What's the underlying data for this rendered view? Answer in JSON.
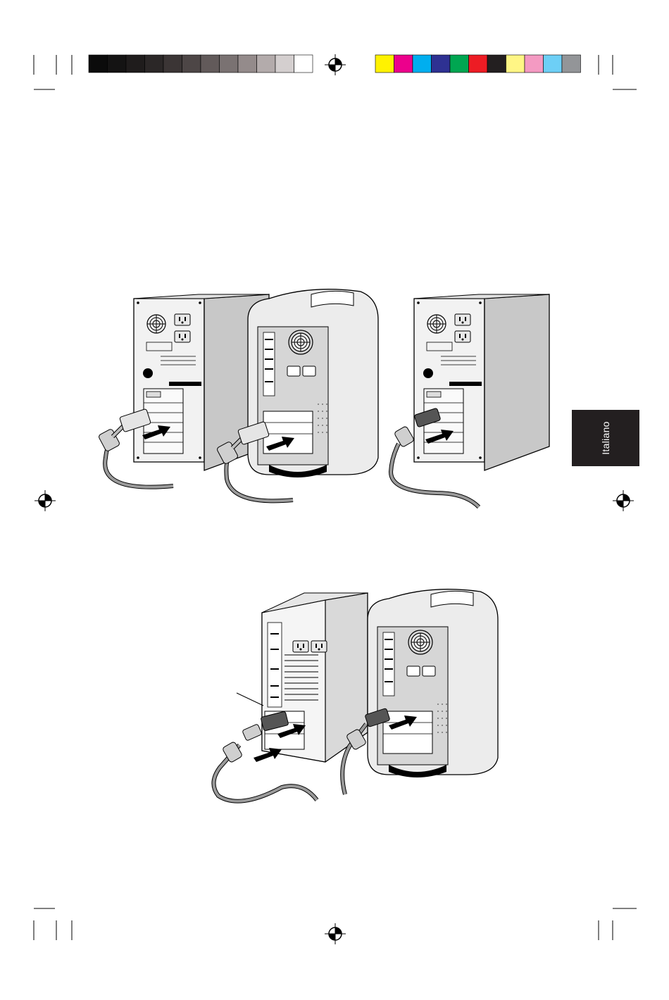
{
  "page": {
    "language_tab": "Italiano"
  },
  "print_marks": {
    "grayscale_patches": [
      "#0b0b0b",
      "#141313",
      "#1f1c1c",
      "#2b2727",
      "#3b3535",
      "#4d4646",
      "#625a5a",
      "#7a7272",
      "#948b8b",
      "#b3abab",
      "#d4cfcf",
      "#ffffff"
    ],
    "color_patches": [
      "#fff200",
      "#ec008c",
      "#00aeef",
      "#2e3192",
      "#00a651",
      "#ed1c24",
      "#231f20",
      "#fff685",
      "#f49ac2",
      "#6dcff6",
      "#939598"
    ]
  },
  "figures": {
    "figure_1": {
      "items": [
        "pc-tower-vga-cable",
        "power-mac-g4-vga-cable",
        "pc-tower-dvi-cable"
      ],
      "colors": {
        "case": "#d9d9d9",
        "case_side": "#bfbfbf",
        "cable": "#8c8c8c",
        "arrow": "#000000"
      }
    },
    "figure_2": {
      "items": [
        "macintosh-tower-adapter-cable",
        "power-mac-g4-dvi-cable"
      ],
      "callout_line": true
    }
  }
}
